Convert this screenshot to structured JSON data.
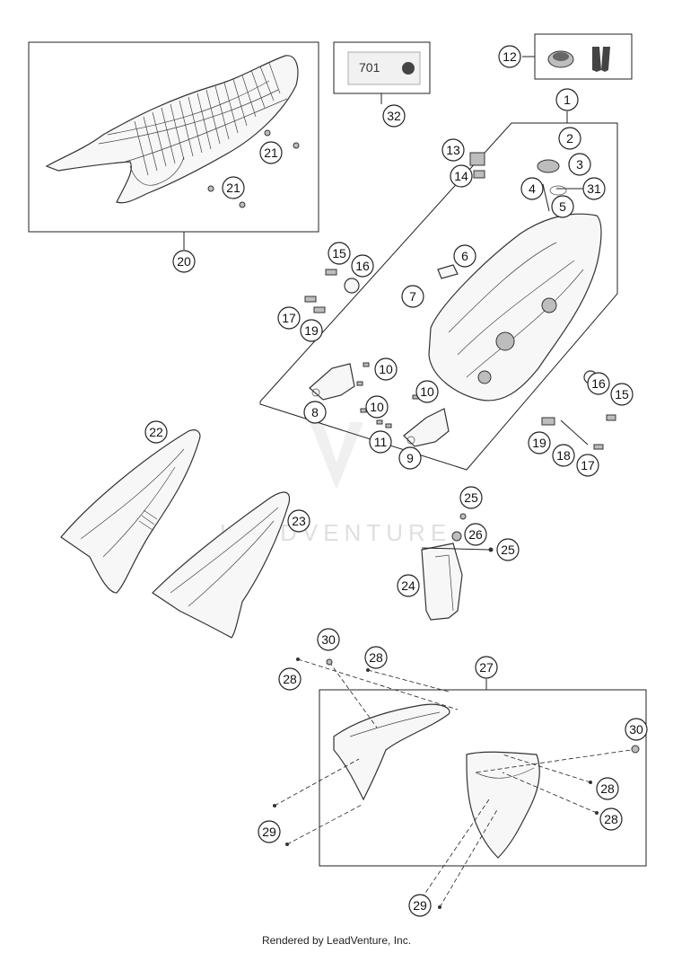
{
  "callouts": [
    {
      "label": "1"
    },
    {
      "label": "2"
    },
    {
      "label": "3"
    },
    {
      "label": "4"
    },
    {
      "label": "5"
    },
    {
      "label": "6"
    },
    {
      "label": "7"
    },
    {
      "label": "8"
    },
    {
      "label": "9"
    },
    {
      "label": "10"
    },
    {
      "label": "10"
    },
    {
      "label": "10"
    },
    {
      "label": "11"
    },
    {
      "label": "12"
    },
    {
      "label": "13"
    },
    {
      "label": "14"
    },
    {
      "label": "15"
    },
    {
      "label": "15"
    },
    {
      "label": "16"
    },
    {
      "label": "16"
    },
    {
      "label": "17"
    },
    {
      "label": "17"
    },
    {
      "label": "18"
    },
    {
      "label": "19"
    },
    {
      "label": "19"
    },
    {
      "label": "20"
    },
    {
      "label": "21"
    },
    {
      "label": "21"
    },
    {
      "label": "22"
    },
    {
      "label": "23"
    },
    {
      "label": "24"
    },
    {
      "label": "25"
    },
    {
      "label": "25"
    },
    {
      "label": "26"
    },
    {
      "label": "27"
    },
    {
      "label": "28"
    },
    {
      "label": "28"
    },
    {
      "label": "28"
    },
    {
      "label": "28"
    },
    {
      "label": "29"
    },
    {
      "label": "29"
    },
    {
      "label": "30"
    },
    {
      "label": "30"
    },
    {
      "label": "31"
    },
    {
      "label": "32"
    }
  ],
  "decal_text": "701",
  "watermark": "LEADVENTURE",
  "footer": "Rendered by LeadVenture, Inc."
}
